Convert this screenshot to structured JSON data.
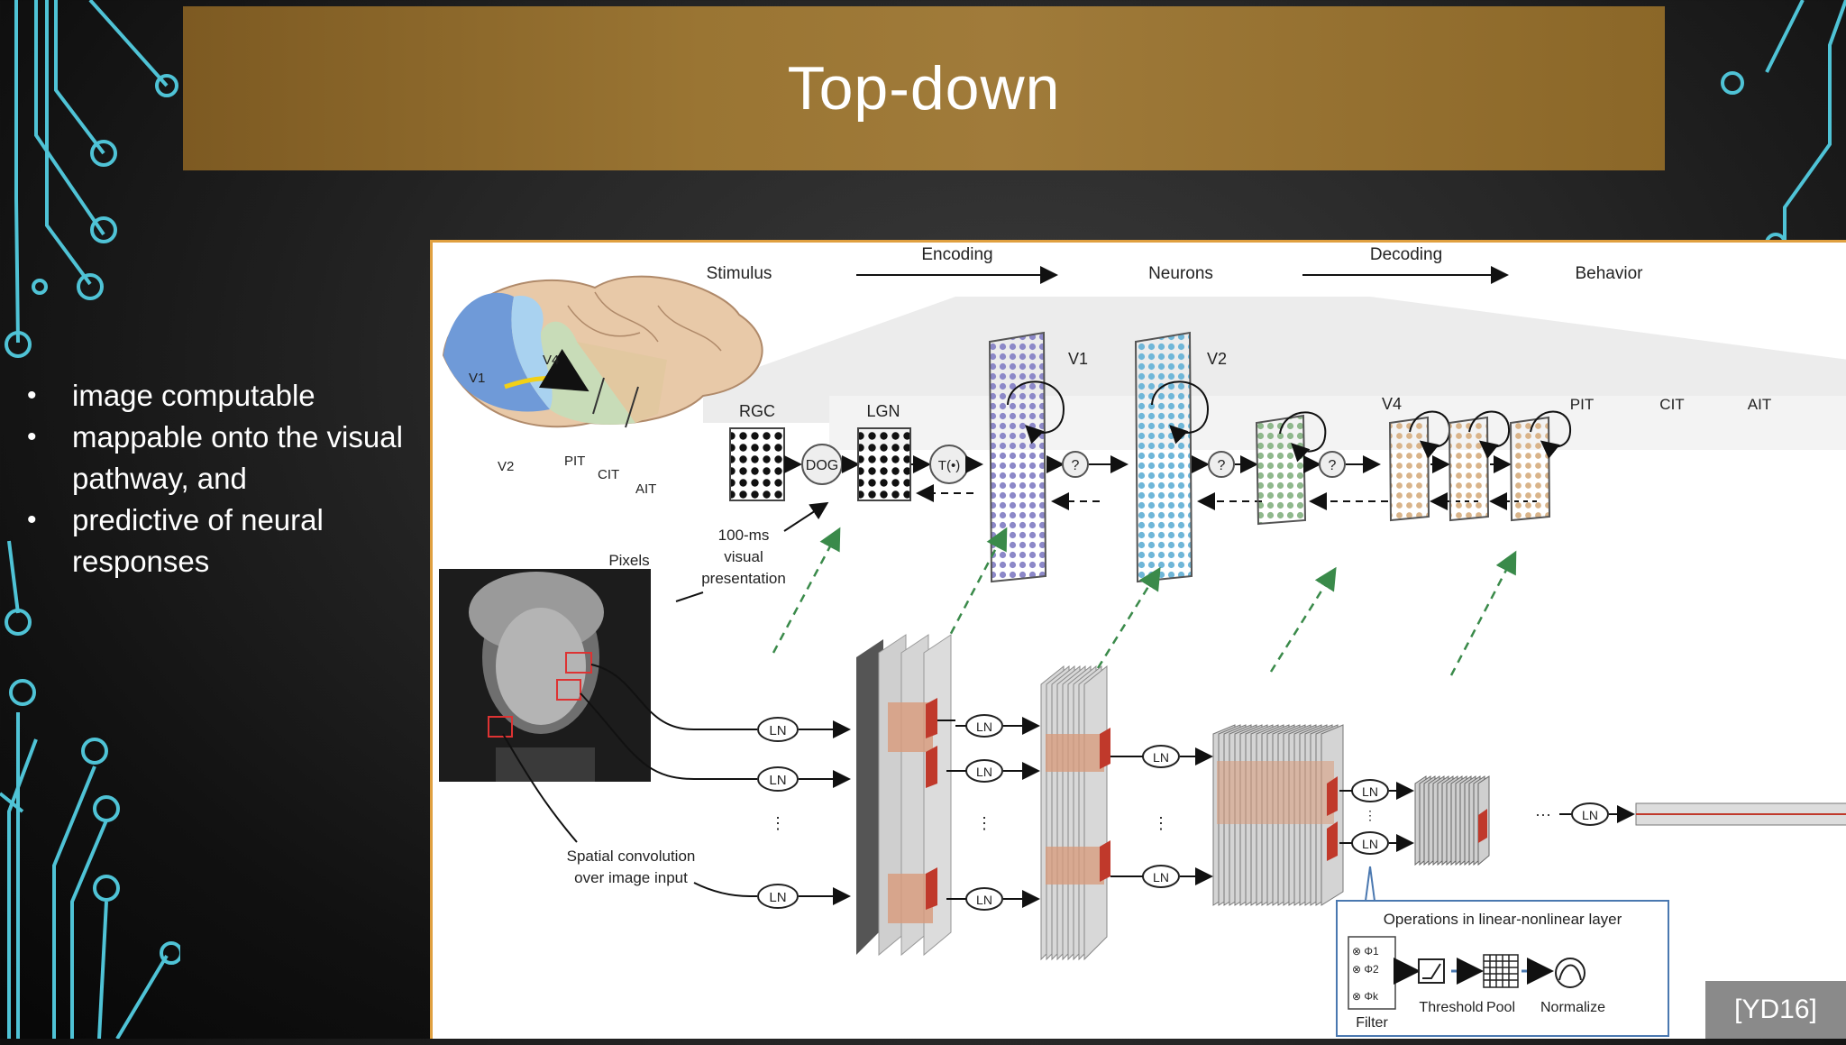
{
  "slide": {
    "title": "Top-down",
    "bullets": [
      "image computable",
      "mappable onto the visual pathway, and",
      "predictive of neural responses"
    ],
    "citation": "[YD16]",
    "colors": {
      "banner": "#9a7533",
      "circuit": "#4fc3d6",
      "figure_border": "#e0a040"
    }
  },
  "figure": {
    "header": {
      "stimulus": "Stimulus",
      "encoding": "Encoding",
      "neurons": "Neurons",
      "decoding": "Decoding",
      "behavior": "Behavior"
    },
    "brain_labels": {
      "v1": "V1",
      "v2": "V2",
      "v4": "V4",
      "pit": "PIT",
      "cit": "CIT",
      "ait": "AIT"
    },
    "pathway": {
      "rgc": "RGC",
      "dog": "DOG",
      "lgn": "LGN",
      "t": "T(•)",
      "v1": "V1",
      "v2": "V2",
      "v4": "V4",
      "pit": "PIT",
      "cit": "CIT",
      "ait": "AIT",
      "question": "?"
    },
    "pixels_label": "Pixels",
    "presentation": [
      "100-ms",
      "visual",
      "presentation"
    ],
    "spatial_convolution": [
      "Spatial convolution",
      "over image input"
    ],
    "ln": "LN",
    "ellipsis_v": "⋮",
    "ellipsis_h": "···",
    "operations": {
      "title": "Operations in linear-nonlinear layer",
      "filter": "Filter",
      "threshold": "Threshold",
      "pool": "Pool",
      "normalize": "Normalize",
      "filter_symbols": [
        "⊗ Φ1",
        "⊗ Φ2",
        "⊗ Φk"
      ]
    }
  }
}
